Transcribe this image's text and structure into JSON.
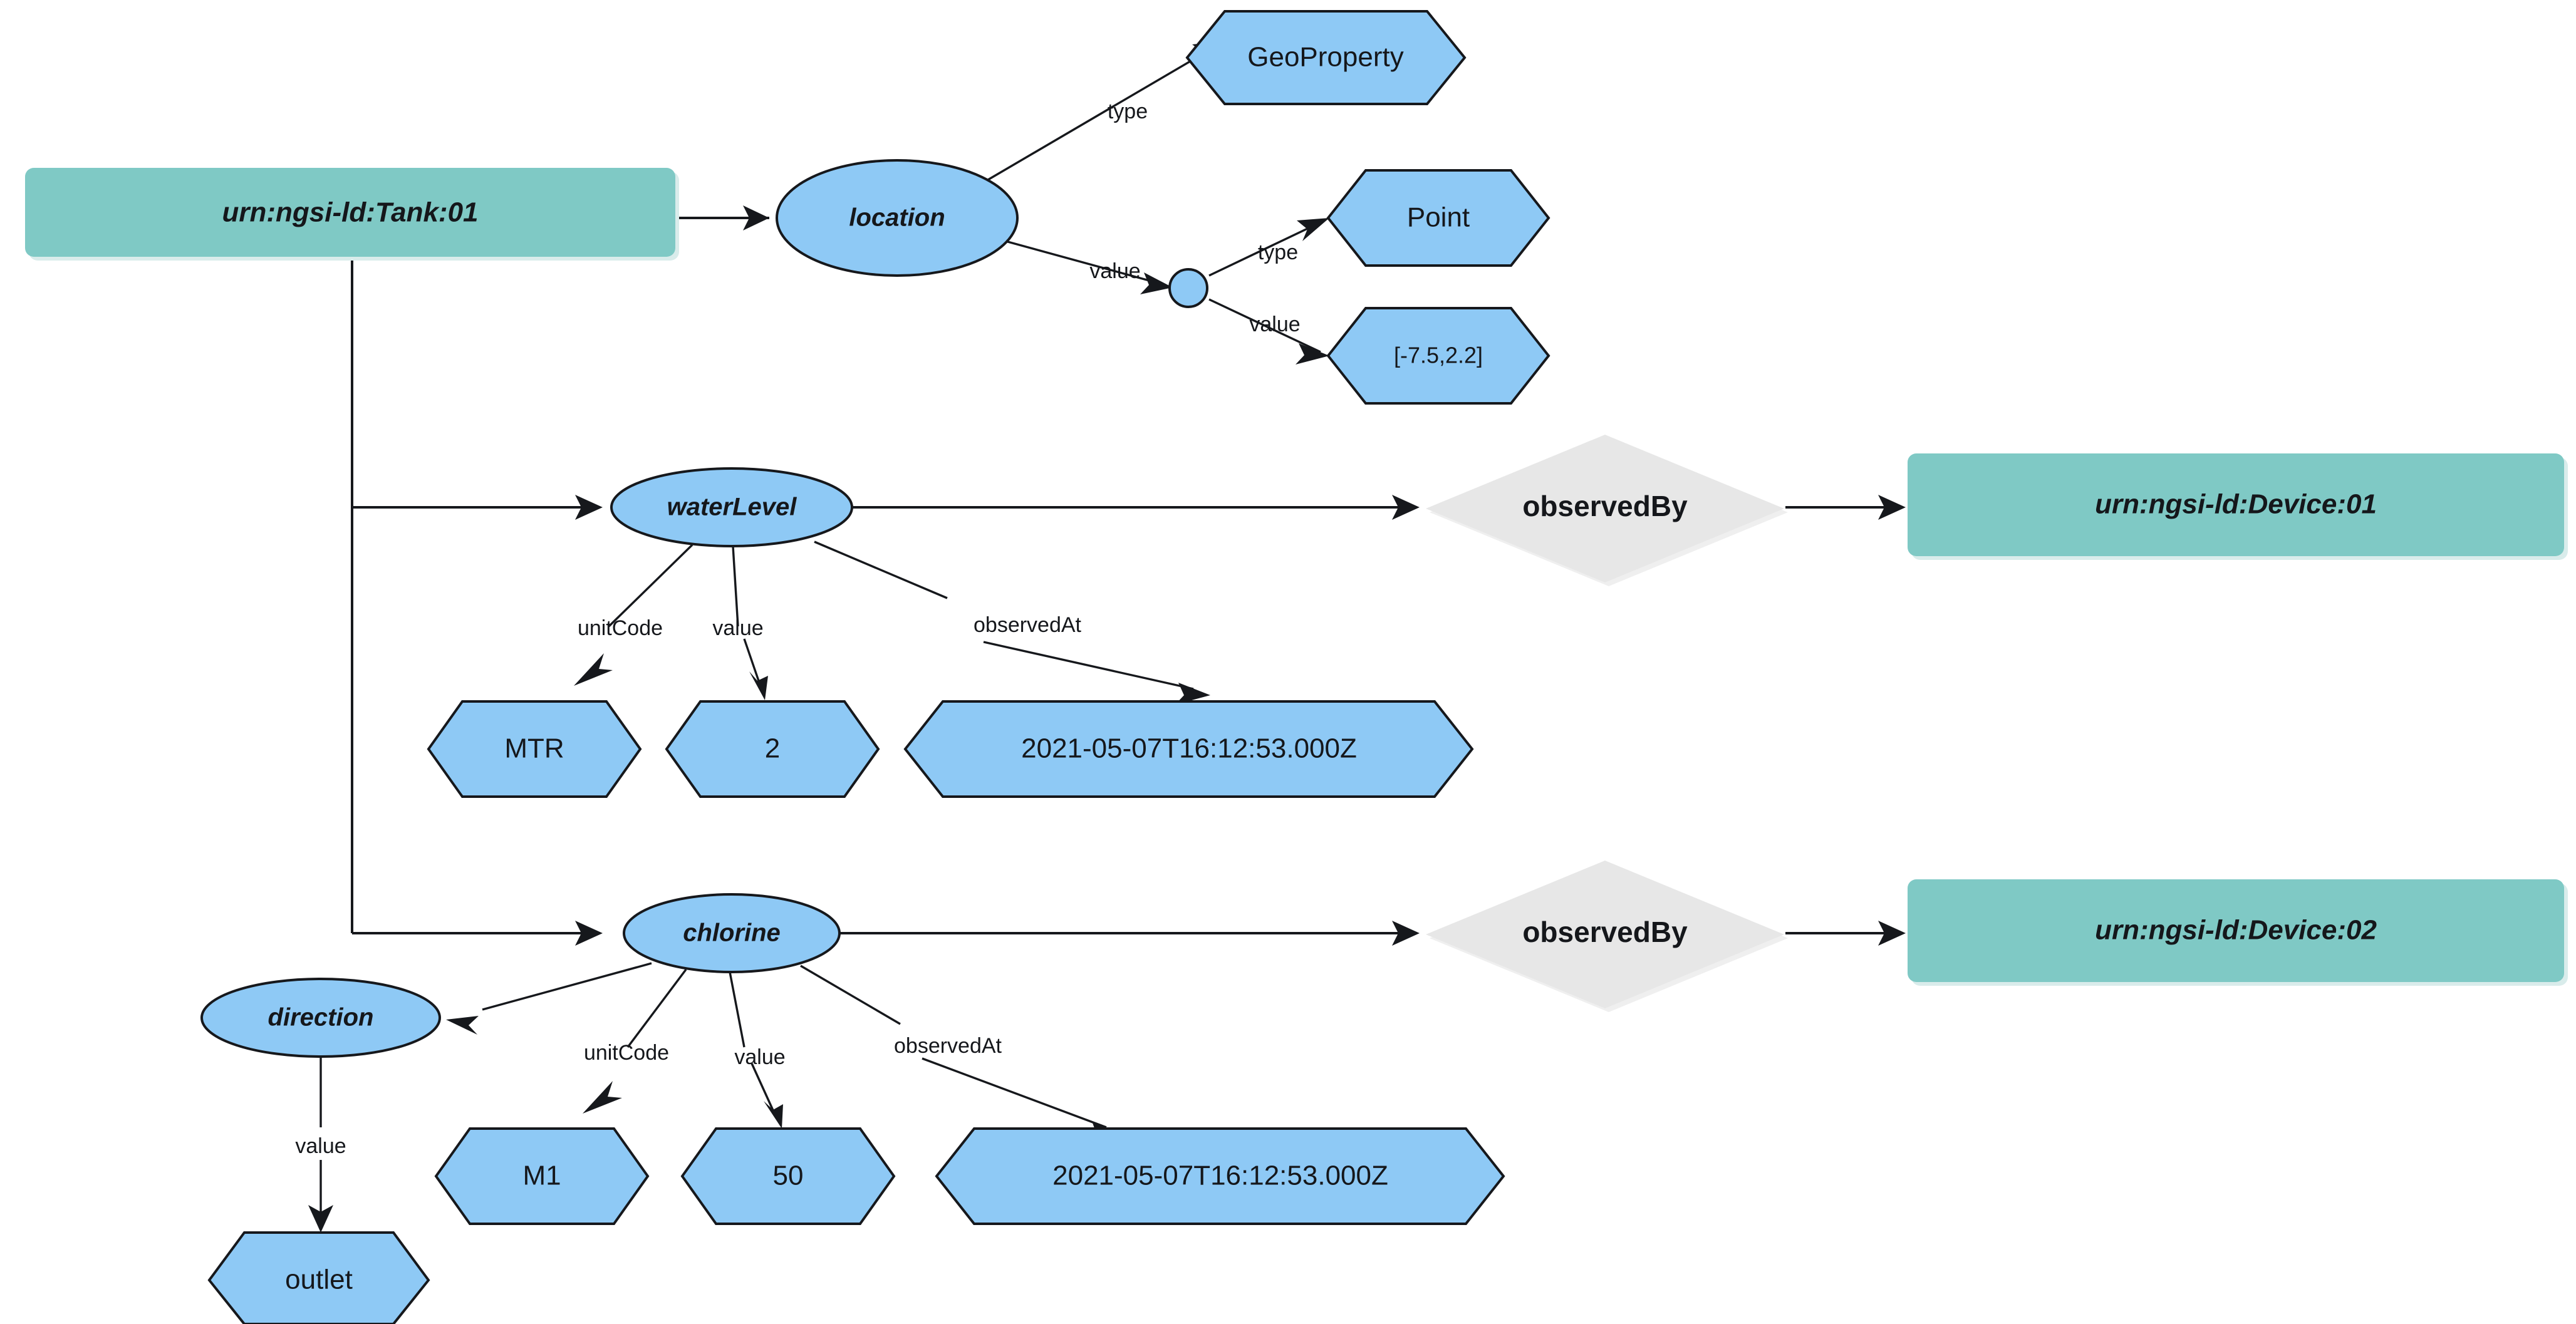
{
  "diagram": {
    "title": "NGSI-LD Tank entity property graph",
    "type": "entity-relationship-graph",
    "colors": {
      "entity_fill": "#7fc9c5",
      "property_fill": "#8ec9f5",
      "relationship_fill": "#e7e7e7",
      "stroke": "#16181c",
      "background": "#ffffff"
    }
  },
  "entities": [
    {
      "id": "tank01",
      "label": "urn:ngsi-ld:Tank:01",
      "shape": "rounded-rect"
    },
    {
      "id": "device01",
      "label": "urn:ngsi-ld:Device:01",
      "shape": "rounded-rect"
    },
    {
      "id": "device02",
      "label": "urn:ngsi-ld:Device:02",
      "shape": "rounded-rect"
    }
  ],
  "properties": [
    {
      "id": "location",
      "label": "location",
      "shape": "ellipse"
    },
    {
      "id": "waterLevel",
      "label": "waterLevel",
      "shape": "ellipse"
    },
    {
      "id": "chlorine",
      "label": "chlorine",
      "shape": "ellipse"
    },
    {
      "id": "direction",
      "label": "direction",
      "shape": "ellipse"
    },
    {
      "id": "geojson",
      "label": "",
      "shape": "small-circle"
    }
  ],
  "relationships": [
    {
      "id": "observedBy1",
      "label": "observedBy",
      "shape": "diamond"
    },
    {
      "id": "observedBy2",
      "label": "observedBy",
      "shape": "diamond"
    }
  ],
  "values": [
    {
      "id": "geoproperty",
      "label": "GeoProperty",
      "shape": "hexagon"
    },
    {
      "id": "point",
      "label": "Point",
      "shape": "hexagon"
    },
    {
      "id": "coords",
      "label": "[-7.5,2.2]",
      "shape": "hexagon"
    },
    {
      "id": "mtr",
      "label": "MTR",
      "shape": "hexagon"
    },
    {
      "id": "wl_value",
      "label": "2",
      "shape": "hexagon"
    },
    {
      "id": "wl_time",
      "label": "2021-05-07T16:12:53.000Z",
      "shape": "hexagon"
    },
    {
      "id": "m1",
      "label": "M1",
      "shape": "hexagon"
    },
    {
      "id": "cl_value",
      "label": "50",
      "shape": "hexagon"
    },
    {
      "id": "cl_time",
      "label": "2021-05-07T16:12:53.000Z",
      "shape": "hexagon"
    },
    {
      "id": "outlet",
      "label": "outlet",
      "shape": "hexagon"
    }
  ],
  "edge_labels": {
    "location_type": "type",
    "location_value": "value",
    "geojson_type": "type",
    "geojson_value": "value",
    "waterlevel_unitcode": "unitCode",
    "waterlevel_value": "value",
    "waterlevel_observedat": "observedAt",
    "chlorine_unitcode": "unitCode",
    "chlorine_value": "value",
    "chlorine_observedat": "observedAt",
    "direction_value": "value"
  }
}
